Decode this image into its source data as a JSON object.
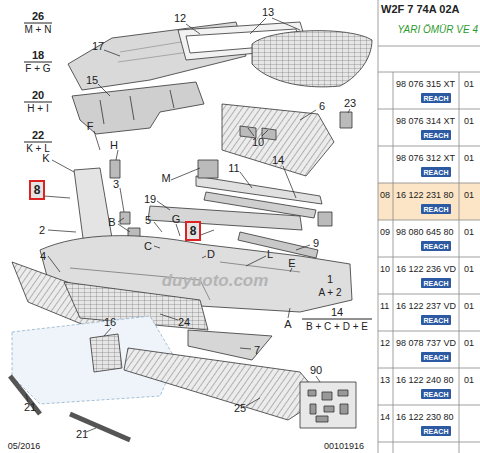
{
  "diagram": {
    "nodes": [
      {
        "text": [
          "8"
        ]
      },
      {
        "text": [
          "8"
        ]
      },
      {
        "text": [
          "REACH"
        ]
      },
      {
        "text": [
          "REACH"
        ]
      },
      {
        "text": [
          "REACH"
        ]
      },
      {
        "text": [
          "REACH"
        ]
      },
      {
        "text": [
          "REACH"
        ]
      },
      {
        "text": [
          "REACH"
        ]
      },
      {
        "text": [
          "REACH"
        ]
      },
      {
        "text": [
          "REACH"
        ]
      },
      {
        "text": [
          "REACH"
        ]
      },
      {
        "text": [
          "REACH"
        ]
      }
    ],
    "labels": [
      "26",
      "M + N",
      "18",
      "F + G",
      "20",
      "H + I",
      "22",
      "K + L",
      "12",
      "13",
      "17",
      "15",
      "6",
      "23",
      "10",
      "11",
      "14",
      "H",
      "F",
      "K",
      "3",
      "M",
      "19",
      "B",
      "5",
      "G",
      "D",
      "C",
      "2",
      "L",
      "9",
      "E",
      "4",
      "1",
      "A + 2",
      "A",
      "24",
      "14",
      "B + C + D + E",
      "16",
      "7",
      "90",
      "21",
      "25",
      "21",
      "05/2016",
      "00101916",
      "duyuoto.com",
      "W2F 7 74A 02A",
      "YARI ÖMÜR VE 4",
      "98 076 315 XT",
      "01",
      "98 076 314 XT",
      "01",
      "98 076 312 XT",
      "01",
      "08",
      "16 122 231 80",
      "01",
      "09",
      "98 080 645 80",
      "01",
      "10",
      "16 122 236 VD",
      "01",
      "11",
      "16 122 237 VD",
      "01",
      "12",
      "98 078 737 VD",
      "01",
      "13",
      "16 122 240 80",
      "01",
      "14",
      "16 122 230 80"
    ]
  }
}
